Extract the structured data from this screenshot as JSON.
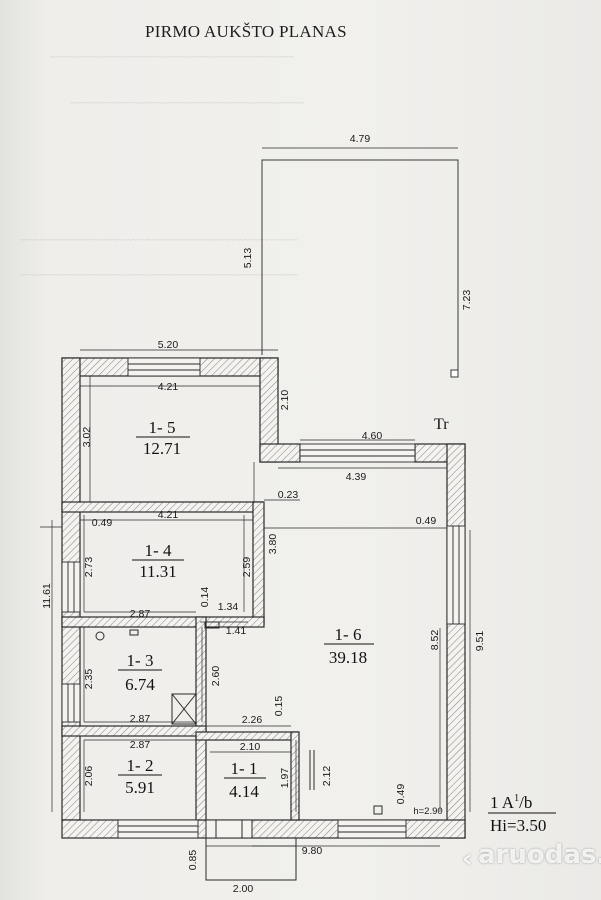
{
  "title": "PIRMO AUKŠTO PLANAS",
  "rooms": [
    {
      "id": "1- 5",
      "area": "12.71"
    },
    {
      "id": "1- 4",
      "area": "11.31"
    },
    {
      "id": "1- 3",
      "area": "6.74"
    },
    {
      "id": "1- 2",
      "area": "5.91"
    },
    {
      "id": "1- 1",
      "area": "4.14"
    },
    {
      "id": "1- 6",
      "area": "39.18"
    }
  ],
  "dims": {
    "d479": "4.79",
    "d513": "5.13",
    "d723": "7.23",
    "d520": "5.20",
    "d421a": "4.21",
    "d210a": "2.10",
    "d302": "3.02",
    "d460": "4.60",
    "d439": "4.39",
    "d023": "0.23",
    "d049a": "0.49",
    "d421b": "4.21",
    "d380": "3.80",
    "d273": "2.73",
    "d259": "2.59",
    "d049b": "0.49",
    "d1161": "11.61",
    "d014": "0.14",
    "d134": "1.34",
    "d287a": "2.87",
    "d141": "1.41",
    "d852": "8.52",
    "d951": "9.51",
    "d235": "2.35",
    "d260": "2.60",
    "d287b": "2.87",
    "d226": "2.26",
    "d015": "0.15",
    "d287c": "2.87",
    "d210b": "2.10",
    "d212": "2.12",
    "d206": "2.06",
    "d197": "1.97",
    "d049c": "0.49",
    "dh290": "h=2.90",
    "d085": "0.85",
    "d980": "9.80",
    "d200": "2.00"
  },
  "labels": {
    "tr": "Tr"
  },
  "scale": {
    "line1": "1 A",
    "sup": "1",
    "line1b": "/b",
    "line2": "Hi=3.50"
  },
  "watermark": "aruodas.lt",
  "colors": {
    "wall": "#2a2a2a",
    "hatch": "#7a7a7a",
    "paper": "#f1f0ed",
    "ink": "#1a1a1a"
  }
}
